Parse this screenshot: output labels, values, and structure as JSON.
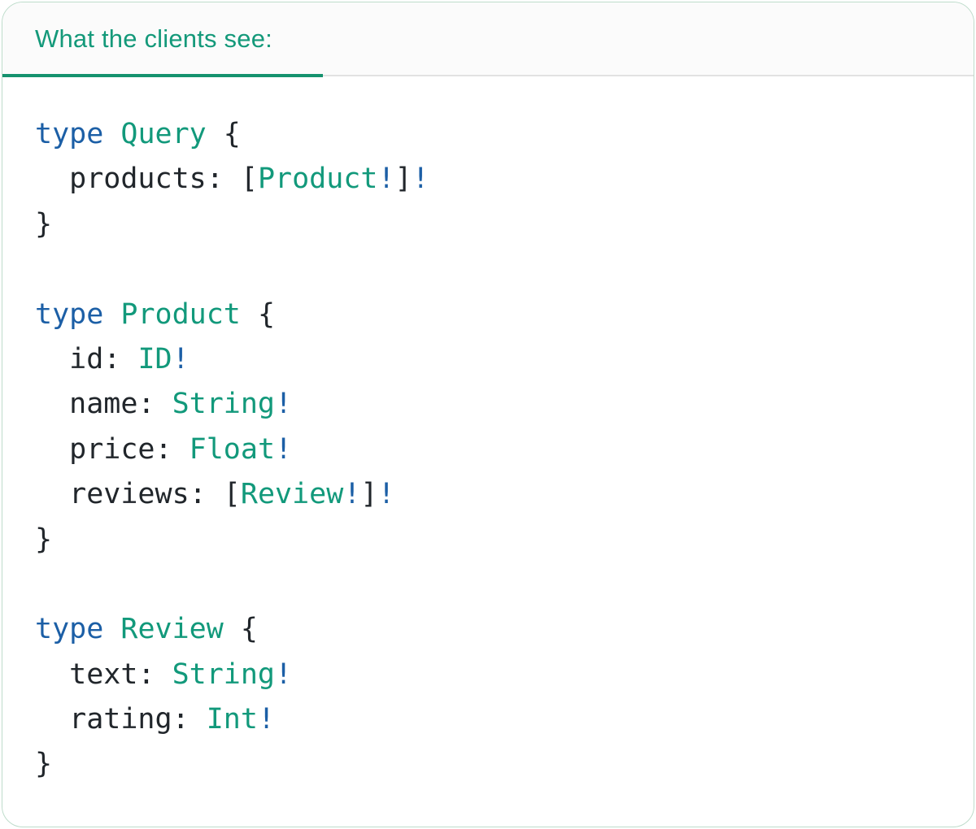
{
  "panel": {
    "tab_label": "What the clients see:"
  },
  "colors": {
    "tab_text": "#14997a",
    "tab_underline": "#15926e",
    "divider_gray": "#e2e2e2",
    "header_bg": "#fbfbfb",
    "card_border": "#bedccb",
    "keyword": "#1c5fa6",
    "type_name": "#12997b",
    "plain": "#21262b",
    "bang": "#1c5fa6"
  },
  "code": {
    "language": "graphql",
    "lines": [
      [
        [
          "kw",
          "type"
        ],
        [
          "pl",
          " "
        ],
        [
          "ty",
          "Query"
        ],
        [
          "pl",
          " {"
        ]
      ],
      [
        [
          "pl",
          "  products: ["
        ],
        [
          "ty",
          "Product"
        ],
        [
          "bang",
          "!"
        ],
        [
          "pl",
          "]"
        ],
        [
          "bang",
          "!"
        ]
      ],
      [
        [
          "pl",
          "}"
        ]
      ],
      [],
      [
        [
          "kw",
          "type"
        ],
        [
          "pl",
          " "
        ],
        [
          "ty",
          "Product"
        ],
        [
          "pl",
          " {"
        ]
      ],
      [
        [
          "pl",
          "  id: "
        ],
        [
          "ty",
          "ID"
        ],
        [
          "bang",
          "!"
        ]
      ],
      [
        [
          "pl",
          "  name: "
        ],
        [
          "ty",
          "String"
        ],
        [
          "bang",
          "!"
        ]
      ],
      [
        [
          "pl",
          "  price: "
        ],
        [
          "ty",
          "Float"
        ],
        [
          "bang",
          "!"
        ]
      ],
      [
        [
          "pl",
          "  reviews: ["
        ],
        [
          "ty",
          "Review"
        ],
        [
          "bang",
          "!"
        ],
        [
          "pl",
          "]"
        ],
        [
          "bang",
          "!"
        ]
      ],
      [
        [
          "pl",
          "}"
        ]
      ],
      [],
      [
        [
          "kw",
          "type"
        ],
        [
          "pl",
          " "
        ],
        [
          "ty",
          "Review"
        ],
        [
          "pl",
          " {"
        ]
      ],
      [
        [
          "pl",
          "  text: "
        ],
        [
          "ty",
          "String"
        ],
        [
          "bang",
          "!"
        ]
      ],
      [
        [
          "pl",
          "  rating: "
        ],
        [
          "ty",
          "Int"
        ],
        [
          "bang",
          "!"
        ]
      ],
      [
        [
          "pl",
          "}"
        ]
      ]
    ]
  }
}
